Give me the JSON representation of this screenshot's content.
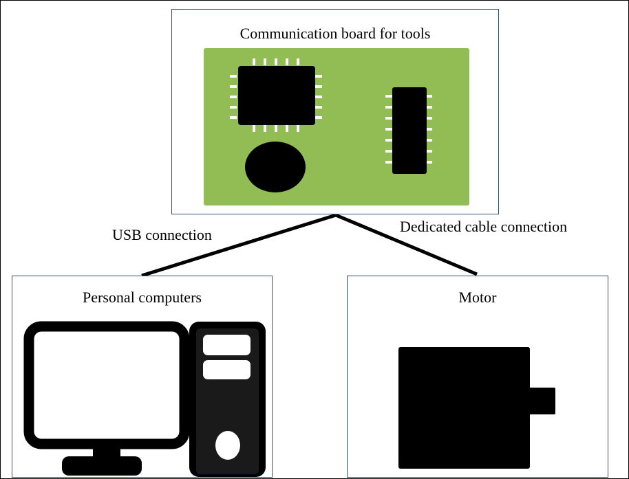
{
  "diagram": {
    "board": {
      "title": "Communication board for tools"
    },
    "links": {
      "usb": "USB connection",
      "dedicated": "Dedicated cable connection"
    },
    "pc": {
      "title": "Personal computers"
    },
    "motor": {
      "title": "Motor"
    }
  },
  "colors": {
    "box_border": "#2f4e7a",
    "pcb_green": "#92bd55",
    "component": "#000000",
    "pin": "#ffffff"
  },
  "icons": {
    "board": "pcb-icon",
    "pc": "desktop-computer-icon",
    "motor": "motor-icon"
  }
}
